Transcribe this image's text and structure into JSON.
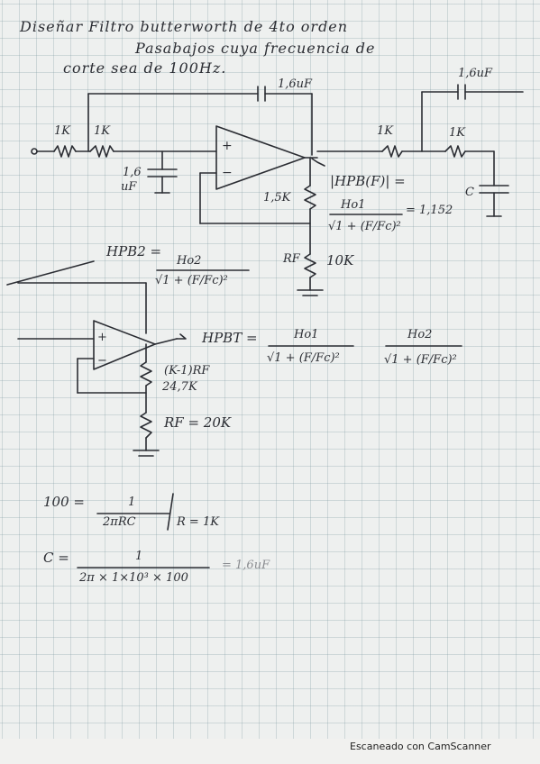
{
  "title": {
    "line1": "Diseñar Filtro butterworth de 4to orden",
    "line2": "Pasabajos cuya frecuencia de",
    "line3": "corte sea de 100Hz."
  },
  "circuit1": {
    "r_in_1": "1K",
    "r_in_2": "1K",
    "c_ground": "1,6",
    "c_ground_unit": "uF",
    "c_feedback": "1,6uF",
    "r_feedback": "1,5K",
    "r_bottom": "10K",
    "rf_label": "RF",
    "r_out_1": "1K",
    "r_out_2": "1K",
    "c_out_top": "1,6uF",
    "c_out_label": "C",
    "hpb_label": "|HPB(F)| =",
    "hpb_numerator": "Ho1",
    "hpb_value": "= 1,152"
  },
  "circuit2": {
    "hpb2_label": "HPB2 =",
    "hpb2_numerator": "Ho2",
    "hpb2_denominator": "√1 + (F/Fc)²",
    "hpbt_label": "HPBT =",
    "frac1_numerator": "Ho1",
    "frac1_denominator": "√1 + (F/Fc)²",
    "frac2_numerator": "Ho2",
    "frac2_denominator": "√1 + (F/Fc)²",
    "rk_label": "(K-1)RF",
    "rk_value": "24,7K",
    "rf_value": "RF = 20K"
  },
  "calc": {
    "eq1_left": "100 =",
    "eq1_num": "1",
    "eq1_den": "2πRC",
    "eq1_cond": "R = 1K",
    "eq2_left": "C =",
    "eq2_num": "1",
    "eq2_den": "2π × 1×10³ × 100",
    "eq2_result": "= 1,6uF"
  },
  "footer": "Escaneado con CamScanner"
}
